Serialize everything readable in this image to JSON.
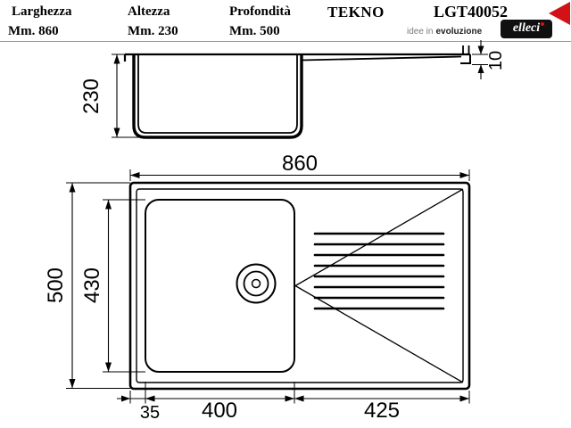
{
  "header": {
    "columns": [
      {
        "label": "Larghezza",
        "value": "Mm. 860"
      },
      {
        "label": "Altezza",
        "value": "Mm. 230"
      },
      {
        "label": "Profondità",
        "value": "Mm. 500"
      }
    ],
    "model": "TEKNO",
    "code": "LGT40052",
    "tagline_left": "idee in",
    "tagline_right": "evoluzione",
    "logo_text": "elleci"
  },
  "diagram": {
    "side_view": {
      "bowl_depth_mm": "230",
      "rim_height_mm": "10"
    },
    "top_view": {
      "overall_width_mm": "860",
      "overall_depth_mm": "500",
      "bowl_depth_mm": "430",
      "left_offset_mm": "35",
      "bowl_width_mm": "400",
      "drainer_width_mm": "425"
    }
  },
  "colors": {
    "accent": "#d21217",
    "line": "#000000",
    "separator": "#9a9a9a"
  }
}
